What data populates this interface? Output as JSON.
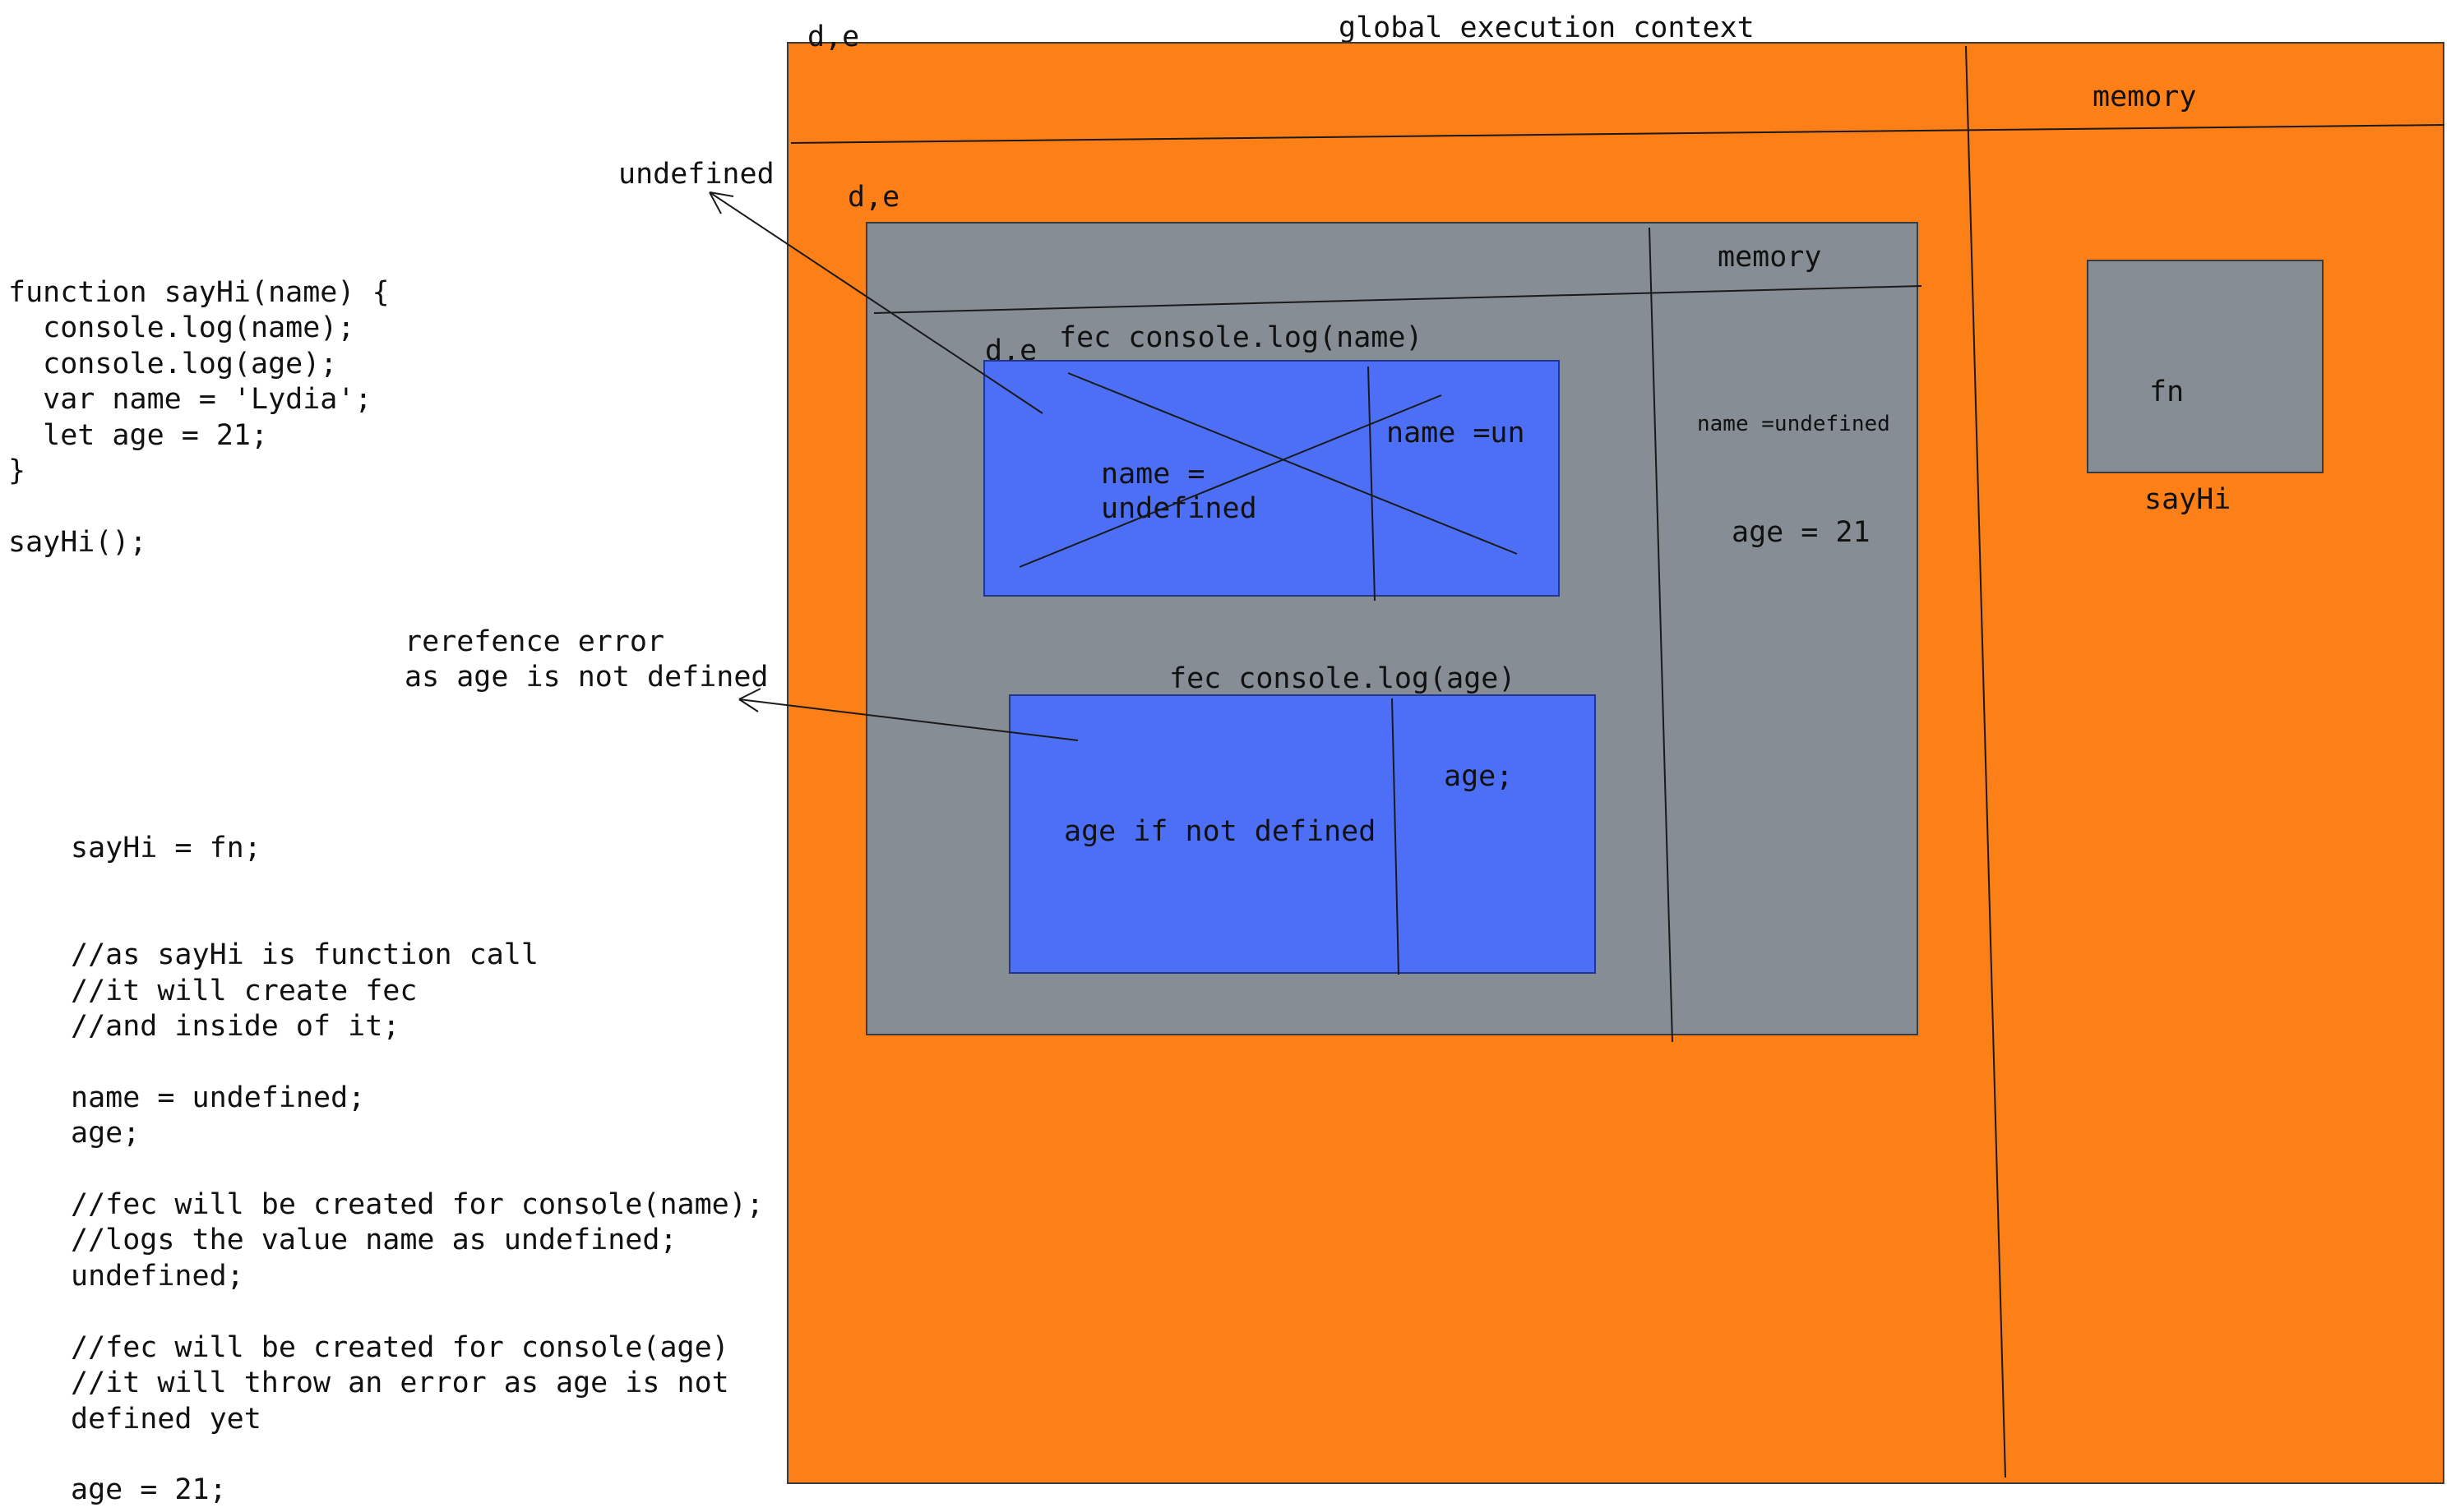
{
  "code_sample": "function sayHi(name) {\n  console.log(name);\n  console.log(age);\n  var name = 'Lydia';\n  let age = 21;\n}\n\nsayHi();",
  "explanation": "sayHi = fn;\n\n\n//as sayHi is function call\n//it will create fec\n//and inside of it;\n\nname = undefined;\nage;\n\n//fec will be created for console(name);\n//logs the value name as undefined;\nundefined;\n\n//fec will be created for console(age)\n//it will throw an error as age is not\ndefined yet\n\nage = 21;",
  "annotations": {
    "undefined_output": "undefined",
    "reference_error": "rerefence error\nas age is not defined"
  },
  "global_context": {
    "title": "global execution context",
    "de_label": "d,e",
    "memory_label": "memory",
    "fn_box_label": "fn",
    "fn_box_name": "sayHi"
  },
  "function_context": {
    "de_label": "d,e",
    "memory_label": "memory",
    "memory_name": "name =undefined",
    "memory_age": "age = 21"
  },
  "fec_name": {
    "title": "fec console.log(name)",
    "de_label": "d,e",
    "content": "name =\nundefined",
    "memory": "name =un"
  },
  "fec_age": {
    "title": "fec console.log(age)",
    "content": "age if not defined",
    "memory": "age;"
  },
  "colors": {
    "global_context": "#fd7f17",
    "function_context": "#868d95",
    "fec": "#4d6ff5"
  }
}
